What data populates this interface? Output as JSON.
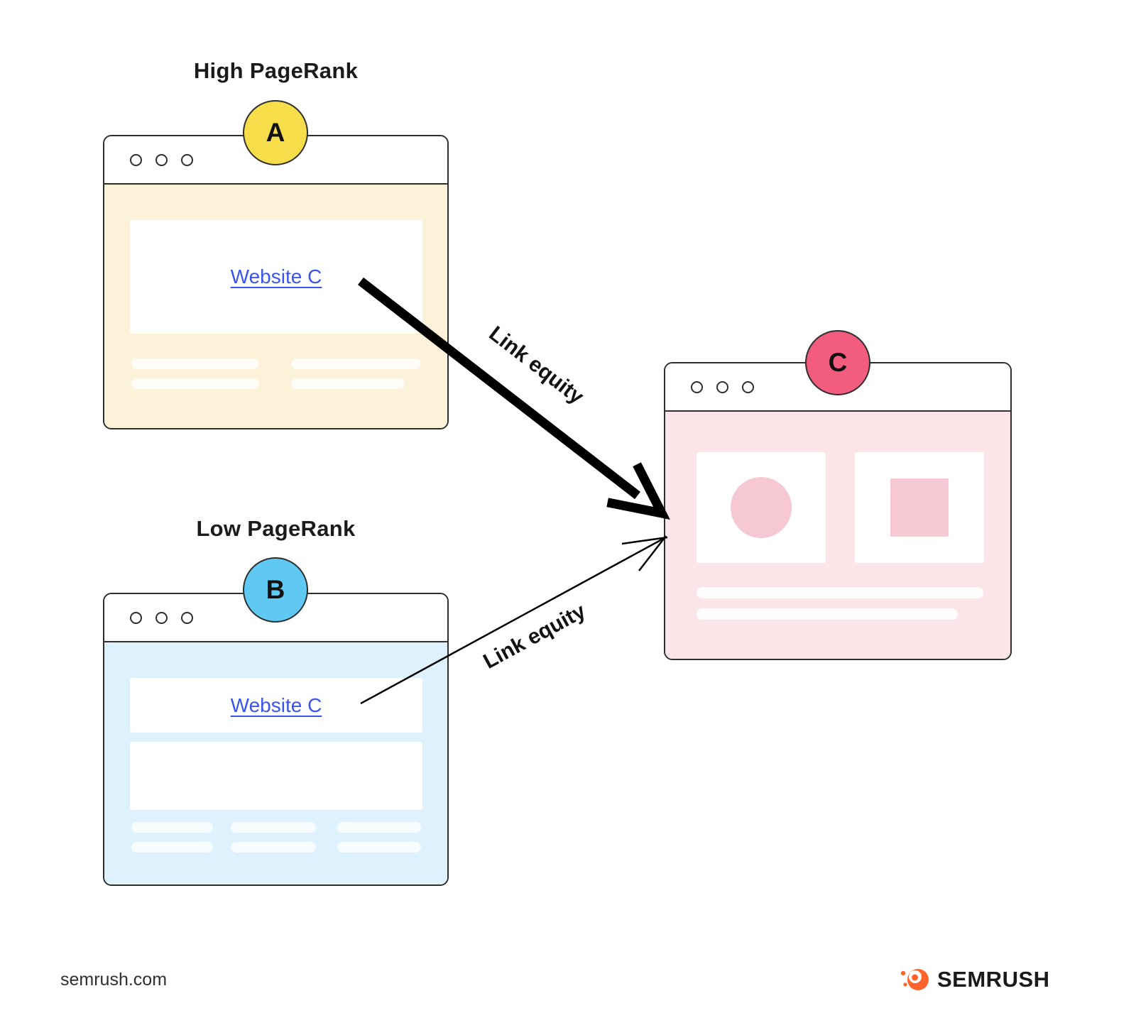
{
  "titles": {
    "high": "High PageRank",
    "low": "Low PageRank"
  },
  "windows": {
    "a": {
      "badge_label": "A",
      "link_text": "Website C"
    },
    "b": {
      "badge_label": "B",
      "link_text": "Website C"
    },
    "c": {
      "badge_label": "C"
    }
  },
  "arrows": {
    "top_label": "Link equity",
    "bottom_label": "Link equity"
  },
  "footer": {
    "source": "semrush.com",
    "brand": "SEMRUSH"
  },
  "colors": {
    "window_a_body": "#FBF2D9",
    "badge_a": "#F8DD4B",
    "window_b_body": "#DDF2FD",
    "badge_b": "#5FC9F4",
    "window_c_body": "#FBE5E9",
    "badge_c": "#F25C7E",
    "inner_pink_shapes": "#F5C8D3",
    "link_blue": "#3A55EE",
    "arrow_black": "#000000",
    "brand_orange": "#FF642D"
  }
}
